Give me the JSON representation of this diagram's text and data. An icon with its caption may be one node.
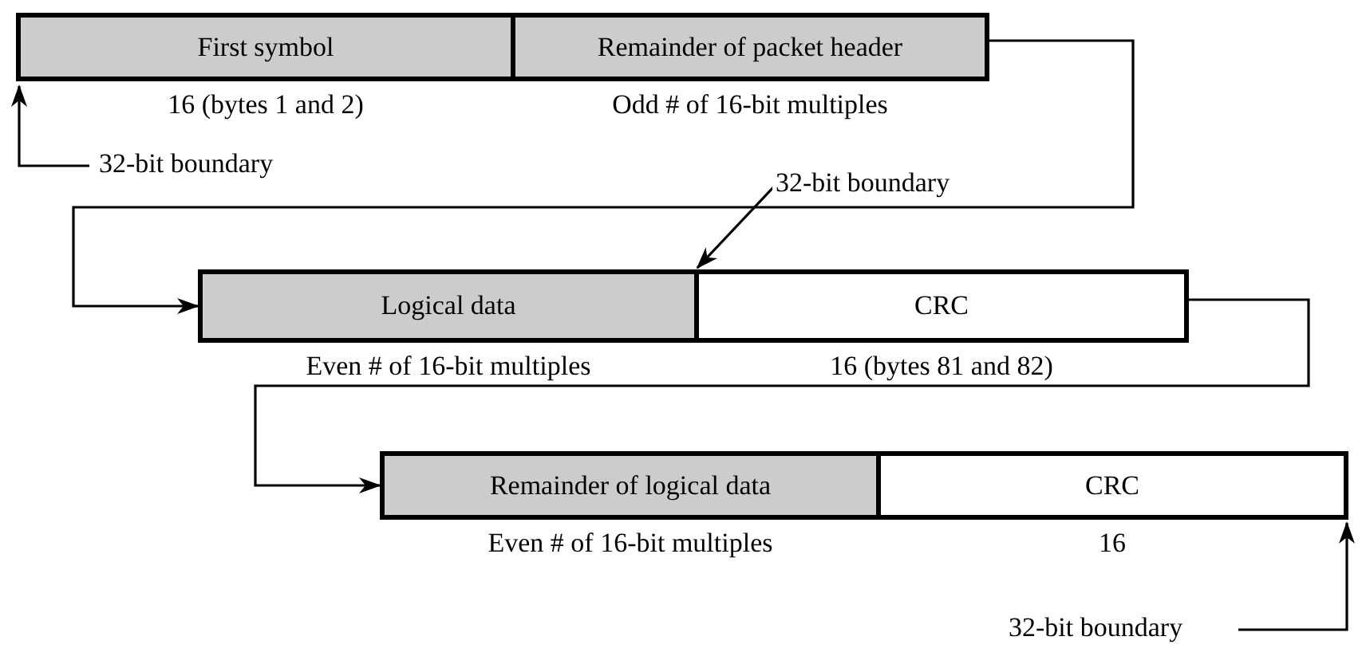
{
  "diagram": {
    "nodes": [
      {
        "text": [
          "First symbol"
        ],
        "beside": [
          "16 (bytes 1 and 2)"
        ]
      },
      {
        "text": [
          "Remainder of packet header"
        ],
        "beside": [
          "Odd # of 16-bit multiples"
        ]
      },
      {
        "text": [
          "Logical data"
        ],
        "beside": [
          "Even # of 16-bit multiples"
        ]
      },
      {
        "text": [
          "CRC"
        ],
        "beside": [
          "16 (bytes 81 and 82)"
        ]
      },
      {
        "text": [
          "Remainder of logical data"
        ],
        "beside": [
          "Even # of 16-bit multiples"
        ]
      },
      {
        "text": [
          "CRC"
        ],
        "beside": [
          "16"
        ]
      },
      {
        "text": [
          "32-bit boundary"
        ]
      },
      {
        "text": [
          "32-bit boundary"
        ]
      },
      {
        "text": [
          "32-bit boundary"
        ]
      }
    ],
    "edges": [
      {
        "from": 1,
        "to": 2,
        "arrow": "to"
      },
      {
        "from": 3,
        "to": 4,
        "arrow": "to"
      },
      {
        "from": 6,
        "to": 0,
        "arrow": "to"
      },
      {
        "from": 7,
        "to": 3,
        "arrow": "to"
      },
      {
        "from": 8,
        "to": 5,
        "arrow": "to"
      }
    ]
  }
}
